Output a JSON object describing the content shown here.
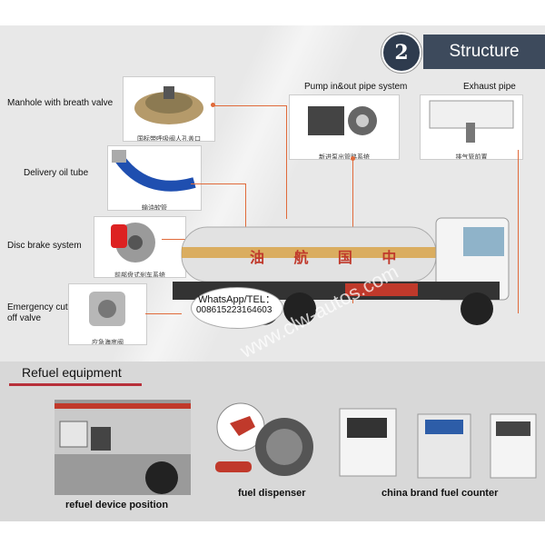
{
  "header": {
    "title": "Structure",
    "badge": "2"
  },
  "components_left": [
    {
      "label": "Manhole with breath valve",
      "caption": "国标带呼吸阀人孔盖口"
    },
    {
      "label": "Delivery oil tube",
      "caption": "输油软管"
    },
    {
      "label": "Disc brake system",
      "caption": "前部盘式刹车系统"
    },
    {
      "label": "Emergency cut off valve",
      "caption": "应急海底阀"
    }
  ],
  "components_top": [
    {
      "label": "Pump in&out pipe system",
      "caption": "新进泵出管路系统"
    },
    {
      "label": "Exhaust pipe",
      "caption": "排气管前置"
    }
  ],
  "truck": {
    "tank_text": "油 航 国 中",
    "contact_label": "WhatsApp/TEL：",
    "contact_number": "008615223164603"
  },
  "watermark": "www.clw-autos.com",
  "refuel": {
    "title": "Refuel equipment",
    "captions": [
      "refuel device position",
      "fuel dispenser",
      "china brand fuel counter"
    ]
  },
  "colors": {
    "header_bg": "#3d4a5c",
    "accent_line": "#e06a3a",
    "refuel_underline": "#b7303a"
  }
}
